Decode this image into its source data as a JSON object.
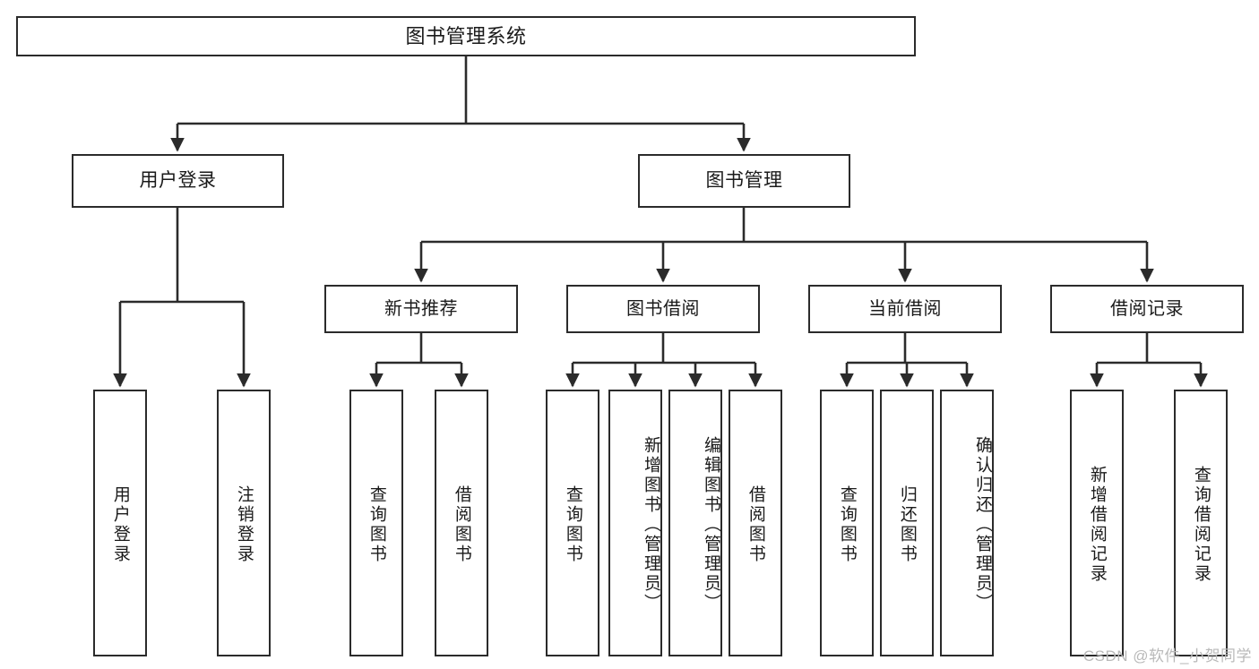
{
  "diagram": {
    "title": "图书管理系统",
    "watermark": "CSDN @软件_小贺同学",
    "line_color": "#2b2b2b",
    "text_color": "#1a1a1a",
    "background": "#ffffff",
    "root": {
      "label": "图书管理系统"
    },
    "level1": [
      {
        "label": "用户登录"
      },
      {
        "label": "图书管理"
      }
    ],
    "level2": [
      {
        "label": "新书推荐"
      },
      {
        "label": "图书借阅"
      },
      {
        "label": "当前借阅"
      },
      {
        "label": "借阅记录"
      }
    ],
    "leaves": {
      "user_login": [
        {
          "label": "用户登录"
        },
        {
          "label": "注销登录"
        }
      ],
      "new_book_recommend": [
        {
          "label": "查询图书"
        },
        {
          "label": "借阅图书"
        }
      ],
      "book_borrow": [
        {
          "label": "查询图书"
        },
        {
          "label": "新增图书（管理员）"
        },
        {
          "label": "编辑图书（管理员）"
        },
        {
          "label": "借阅图书"
        }
      ],
      "current_borrow": [
        {
          "label": "查询图书"
        },
        {
          "label": "归还图书"
        },
        {
          "label": "确认归还（管理员）"
        }
      ],
      "borrow_record": [
        {
          "label": "新增借阅记录"
        },
        {
          "label": "查询借阅记录"
        }
      ]
    }
  }
}
